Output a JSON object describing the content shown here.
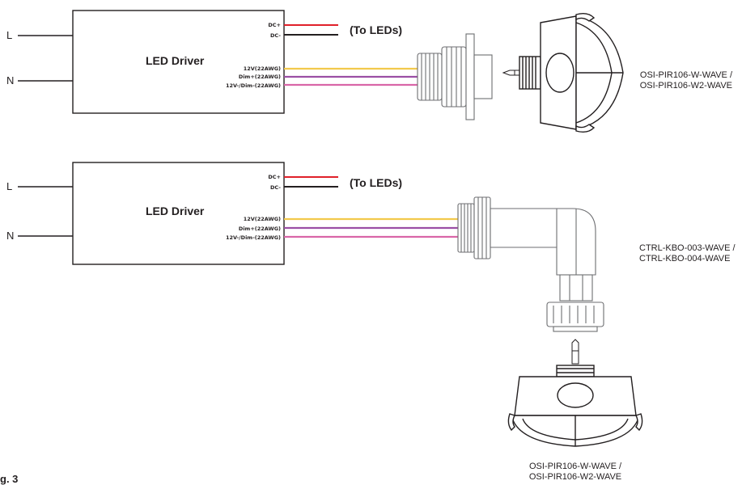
{
  "colors": {
    "line_black": "#231f20",
    "wire_red": "#e0202a",
    "wire_yellow": "#f2c94c",
    "wire_purple": "#9b4fa5",
    "wire_pink": "#d966a8",
    "part_outline": "#6d6e71"
  },
  "top_diagram": {
    "line_label": "L",
    "neutral_label": "N",
    "driver_label": "LED Driver",
    "terminals": [
      "DC+",
      "DC-",
      "12V(22AWG)",
      "Dim+(22AWG)",
      "12V-/Dim-(22AWG)"
    ],
    "to_leds": "(To LEDs)",
    "sensor_label_line1": "OSI-PIR106-W-WAVE /",
    "sensor_label_line2": "OSI-PIR106-W2-WAVE"
  },
  "bottom_diagram": {
    "line_label": "L",
    "neutral_label": "N",
    "driver_label": "LED Driver",
    "terminals": [
      "DC+",
      "DC-",
      "12V(22AWG)",
      "Dim+(22AWG)",
      "12V-/Dim-(22AWG)"
    ],
    "to_leds": "(To LEDs)",
    "adapter_label_line1": "CTRL-KBO-003-WAVE /",
    "adapter_label_line2": "CTRL-KBO-004-WAVE",
    "sensor_label_line1": "OSI-PIR106-W-WAVE /",
    "sensor_label_line2": "OSI-PIR106-W2-WAVE"
  },
  "figure_caption": "g. 3"
}
